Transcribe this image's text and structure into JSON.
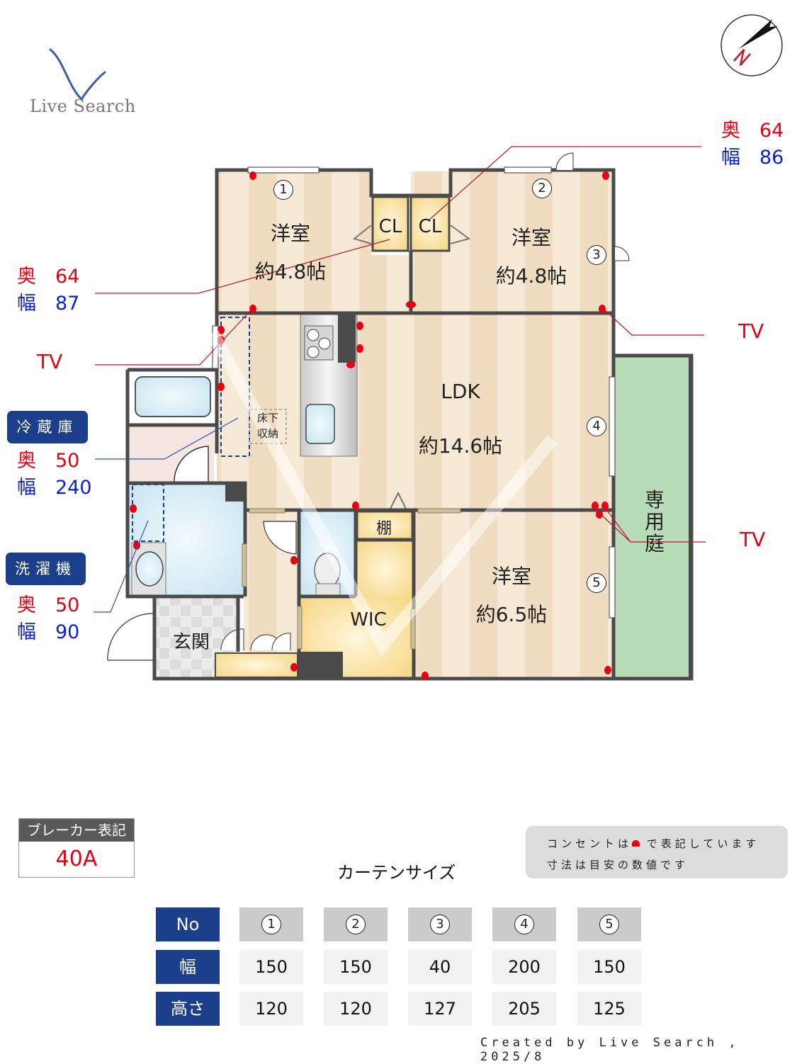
{
  "brand": {
    "logo_text": "Live Search"
  },
  "compass": {
    "label": "N",
    "icon": "north-arrow-icon"
  },
  "floorplan": {
    "rooms": [
      {
        "id": "western-1",
        "name": "洋室",
        "size": "約4.8帖"
      },
      {
        "id": "western-2",
        "name": "洋室",
        "size": "約4.8帖"
      },
      {
        "id": "ldk",
        "name": "LDK",
        "size": "約14.6帖"
      },
      {
        "id": "western-3",
        "name": "洋室",
        "size": "約6.5帖"
      },
      {
        "id": "closet-1",
        "name": "CL"
      },
      {
        "id": "closet-2",
        "name": "CL"
      },
      {
        "id": "wic",
        "name": "WIC"
      },
      {
        "id": "shelf",
        "name": "棚"
      },
      {
        "id": "entrance",
        "name": "玄関"
      },
      {
        "id": "underfloor",
        "name": "床下収納",
        "line1": "床下",
        "line2": "収納"
      },
      {
        "id": "garden",
        "name": "専用庭",
        "chars": [
          "専",
          "用",
          "庭"
        ]
      }
    ],
    "window_markers": [
      "①",
      "②",
      "③",
      "④",
      "⑤"
    ],
    "colors": {
      "floor_light": "#f6ead6",
      "floor_dark": "#f0dcc0",
      "wall": "#4a4a4a",
      "closet": "#f8dc8f",
      "garden": "#b8dcb8",
      "wet_area": "#cfe7f3",
      "outlet": "#e60012"
    }
  },
  "annotations": {
    "closet_right": {
      "depth_label": "奥",
      "depth": "64",
      "width_label": "幅",
      "width": "86"
    },
    "closet_left": {
      "depth_label": "奥",
      "depth": "64",
      "width_label": "幅",
      "width": "87"
    },
    "tv_labels": [
      "TV",
      "TV",
      "TV"
    ],
    "fridge": {
      "title": "冷蔵庫",
      "depth_label": "奥",
      "depth": "50",
      "width_label": "幅",
      "width": "240"
    },
    "washer": {
      "title": "洗濯機",
      "depth_label": "奥",
      "depth": "50",
      "width_label": "幅",
      "width": "90"
    }
  },
  "breaker": {
    "title": "ブレーカー表記",
    "value": "40A"
  },
  "note": {
    "line1_pre": "コンセントは",
    "line1_post": "で表記しています",
    "line2": "寸法は目安の数値です"
  },
  "curtain": {
    "title": "カーテンサイズ",
    "row_labels": {
      "no": "No",
      "width": "幅",
      "height": "高さ"
    },
    "columns": [
      {
        "no": "1",
        "width": "150",
        "height": "120"
      },
      {
        "no": "2",
        "width": "150",
        "height": "120"
      },
      {
        "no": "3",
        "width": "40",
        "height": "127"
      },
      {
        "no": "4",
        "width": "200",
        "height": "205"
      },
      {
        "no": "5",
        "width": "150",
        "height": "125"
      }
    ]
  },
  "footer": {
    "credit": "Created by Live Search , 2025/8"
  }
}
